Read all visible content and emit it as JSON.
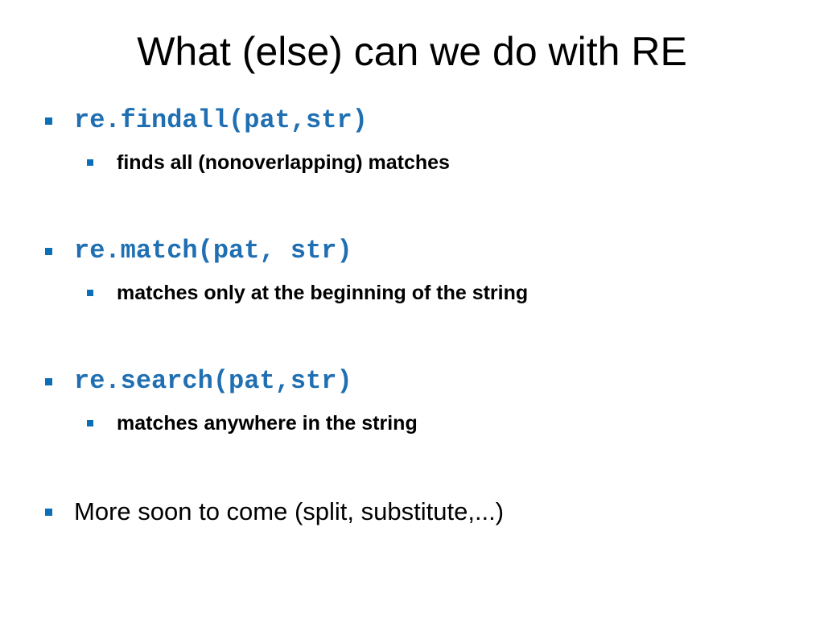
{
  "slide": {
    "title": "What (else) can we do with RE",
    "items": [
      {
        "code": "re.findall(pat,str)",
        "desc": "finds all (nonoverlapping) matches"
      },
      {
        "code": "re.match(pat, str)",
        "desc": "matches only at the beginning of the string"
      },
      {
        "code": "re.search(pat,str)",
        "desc": "matches anywhere in the string"
      }
    ],
    "footer_bullet": "More soon to come (split, substitute,...)"
  },
  "colors": {
    "bullet": "#0b6fb8",
    "code_text": "#1f6fb2",
    "body_text": "#000000",
    "background": "#ffffff"
  }
}
